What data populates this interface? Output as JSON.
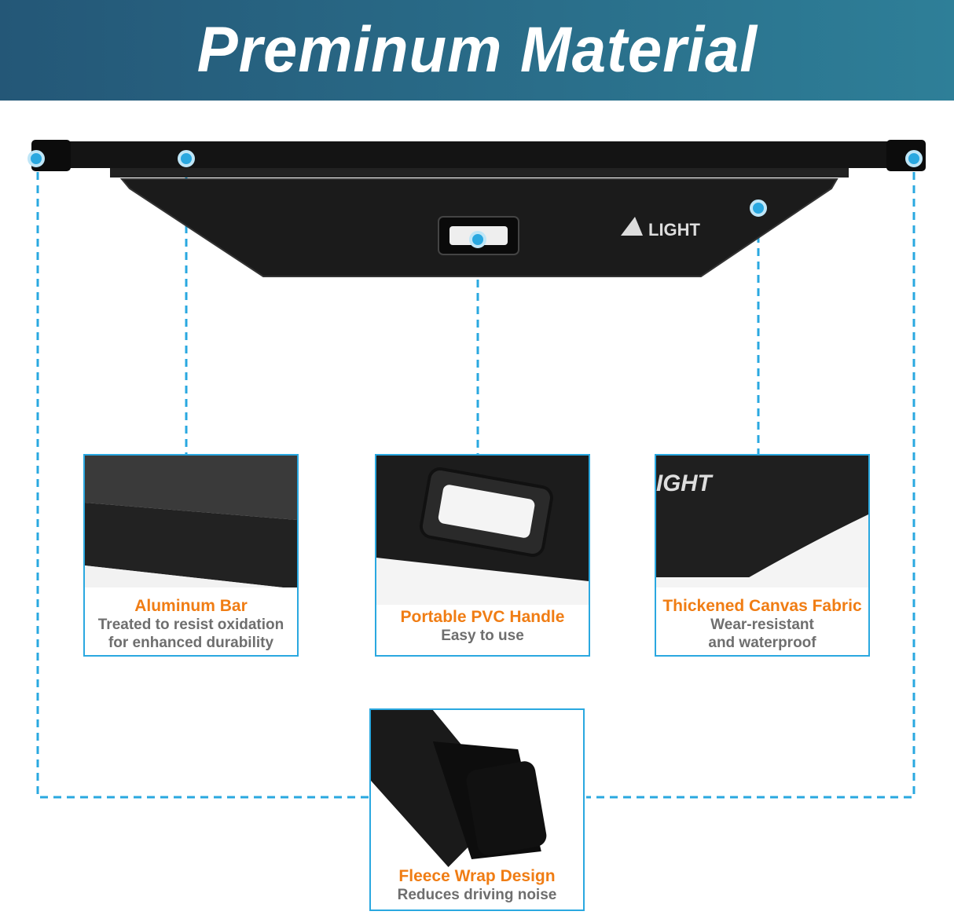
{
  "header": {
    "title": "Preminum Material"
  },
  "product": {
    "logo_text": "LIGHT"
  },
  "features": [
    {
      "title": "Aluminum Bar",
      "lines": [
        "Treated to resist oxidation",
        "for enhanced durability"
      ]
    },
    {
      "title": "Portable PVC Handle",
      "lines": [
        "Easy to use"
      ]
    },
    {
      "title": "Thickened Canvas Fabric",
      "lines": [
        "Wear-resistant",
        "and waterproof"
      ]
    },
    {
      "title": "Fleece Wrap Design",
      "lines": [
        "Reduces driving noise"
      ]
    }
  ],
  "colors": {
    "accent": "#2aa8e0",
    "title": "#f07d14",
    "subtitle": "#6e6e6e",
    "header": "#245777"
  }
}
